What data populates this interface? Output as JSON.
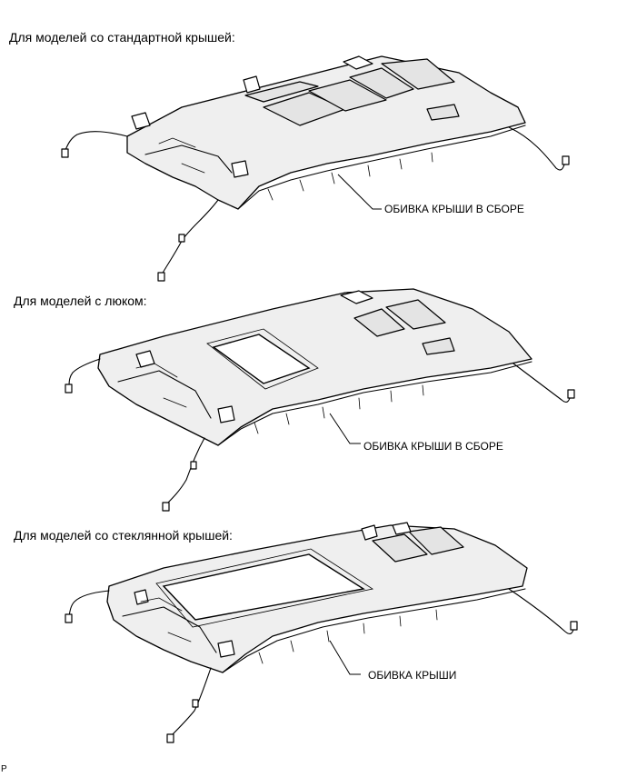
{
  "sections": [
    {
      "caption": "Для моделей со стандартной крышей:",
      "label": "ОБИВКА КРЫШИ В СБОРЕ"
    },
    {
      "caption": "Для моделей с люком:",
      "label": "ОБИВКА КРЫШИ В СБОРЕ"
    },
    {
      "caption": "Для моделей со стеклянной крышей:",
      "label": "ОБИВКА КРЫШИ"
    }
  ],
  "footer": "P"
}
